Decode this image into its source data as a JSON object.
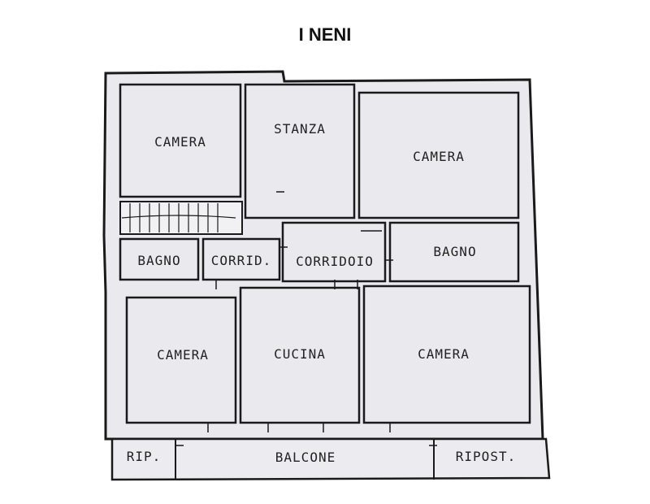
{
  "title": "I NENI",
  "colors": {
    "floor": "#e9e9ee",
    "wall": "#1a1a1a",
    "background": "#ffffff"
  },
  "rooms": [
    {
      "id": "camera-top-left",
      "label": "CAMERA"
    },
    {
      "id": "stanza",
      "label": "STANZA"
    },
    {
      "id": "camera-top-right",
      "label": "CAMERA"
    },
    {
      "id": "bagno-left",
      "label": "BAGNO"
    },
    {
      "id": "corrid",
      "label": "CORRID."
    },
    {
      "id": "corridoio",
      "label": "CORRIDOIO"
    },
    {
      "id": "bagno-right",
      "label": "BAGNO"
    },
    {
      "id": "camera-bottom-left",
      "label": "CAMERA"
    },
    {
      "id": "cucina",
      "label": "CUCINA"
    },
    {
      "id": "camera-bottom-right",
      "label": "CAMERA"
    },
    {
      "id": "rip",
      "label": "RIP."
    },
    {
      "id": "balcone",
      "label": "BALCONE"
    },
    {
      "id": "ripost",
      "label": "RIPOST."
    }
  ]
}
